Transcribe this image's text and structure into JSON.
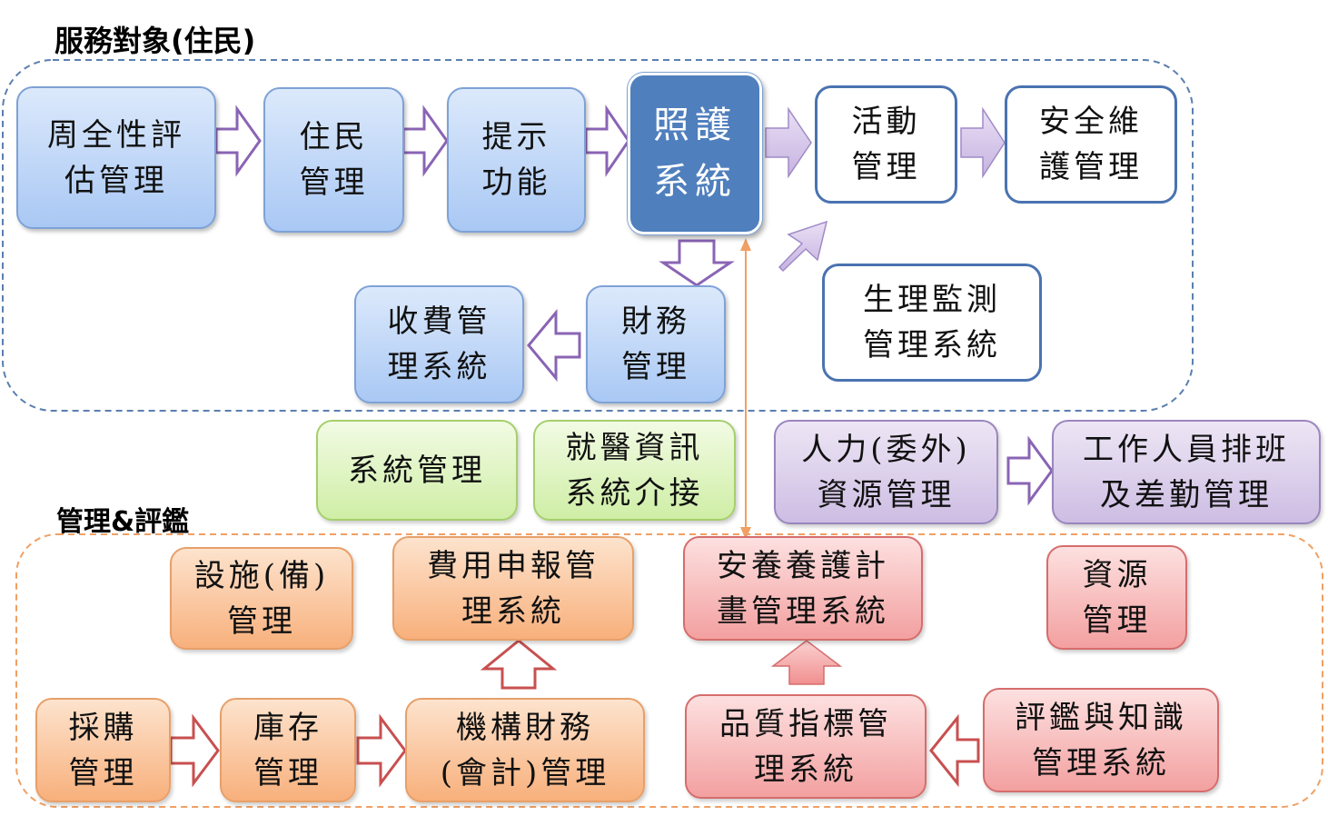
{
  "sections": {
    "residents": "服務對象(住民)",
    "management": "管理&評鑑"
  },
  "colors": {
    "blue_fill": "#a9c8f4",
    "dark_blue": "#4f7fbd",
    "green_fill": "#cfeea6",
    "purple_fill": "#cdbde3",
    "orange_fill": "#f8b07c",
    "red_fill": "#f3a0a0",
    "connector": "#f0a064"
  },
  "nodes": {
    "comprehensive_assessment": "周全性評\n估管理",
    "resident_mgmt": "住民\n管理",
    "reminder": "提示\n功能",
    "care_system": "照護\n系統",
    "activity_mgmt": "活動\n管理",
    "safety_mgmt": "安全維\n護管理",
    "physiological_monitoring": "生理監測\n管理系統",
    "finance_mgmt": "財務\n管理",
    "billing_system": "收費管\n理系統",
    "system_admin": "系統管理",
    "medical_interface": "就醫資訊\n系統介接",
    "hr_outsourced": "人力(委外)\n資源管理",
    "staff_scheduling": "工作人員排班\n及差勤管理",
    "facility_mgmt": "設施(備)\n管理",
    "expense_report": "費用申報管\n理系統",
    "care_plan": "安養養護計\n畫管理系統",
    "resource_mgmt": "資源\n管理",
    "procurement": "採購\n管理",
    "inventory": "庫存\n管理",
    "institution_accounting": "機構財務\n(會計)管理",
    "quality_indicator": "品質指標管\n理系統",
    "evaluation_knowledge": "評鑑與知識\n管理系統"
  }
}
